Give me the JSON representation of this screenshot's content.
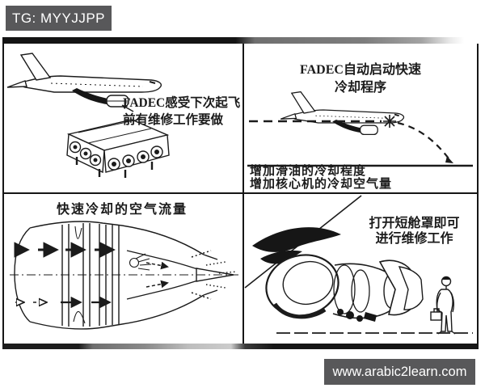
{
  "watermark_top": {
    "label": "TG: MYYJJPP"
  },
  "watermark_bottom": {
    "label": "www.arabic2learn.com"
  },
  "colors": {
    "label_background": "#58585a",
    "label_text": "#ffffff",
    "line_art": "#1b1b1b",
    "page_background": "#ffffff"
  },
  "panels": {
    "top_left": {
      "caption_line1": "FADEC感受下次起飞",
      "caption_line2": "前有维修工作要做",
      "illustrations": [
        "airplane-side-view",
        "fadec-control-unit",
        "leader-arrow"
      ]
    },
    "top_right": {
      "title_line1": "FADEC自动启动快速",
      "title_line2": "冷却程序",
      "note_line1": "增加滑油的冷却程度",
      "note_line2": "增加核心机的冷却空气量",
      "illustrations": [
        "airplane-on-dashed-flight-path",
        "descent-dashed-curve",
        "ground-line",
        "asterisk-marker"
      ]
    },
    "bottom_left": {
      "title": "快速冷却的空气流量",
      "illustrations": [
        "turbofan-engine-cross-section",
        "airflow-arrows",
        "engine-centerline"
      ]
    },
    "bottom_right": {
      "caption_line1": "打开短舱罩即可",
      "caption_line2": "进行维修工作",
      "illustrations": [
        "open-nacelle-engine",
        "wing-pylon-diagonal-line",
        "mechanic-with-toolbox",
        "ground-dashed-line"
      ]
    }
  }
}
